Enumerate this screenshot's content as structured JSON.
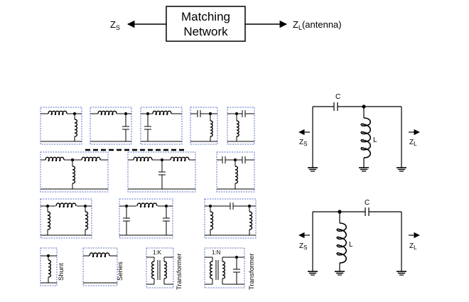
{
  "top": {
    "box_line1": "Matching",
    "box_line2": "Network",
    "source": {
      "main": "Z",
      "sub": "S"
    },
    "load": {
      "main": "Z",
      "sub": "L",
      "suffix": "(antenna)"
    }
  },
  "topologies": {
    "shunt_label": "Shunt",
    "series_label": "Series",
    "transformer1_ratio": "1:K",
    "transformer1_label": "Transformer",
    "transformer2_ratio": "1:N",
    "transformer2_label": "Transformer"
  },
  "circuit_a": {
    "cap_label": "C",
    "ind_label": "L",
    "source": {
      "main": "Z",
      "sub": "S"
    },
    "load": {
      "main": "Z",
      "sub": "L"
    }
  },
  "circuit_b": {
    "cap_label": "C",
    "ind_label": "L",
    "source": {
      "main": "Z",
      "sub": "S"
    },
    "load": {
      "main": "Z",
      "sub": "L"
    }
  },
  "colors": {
    "box_border": "#5a6fc8",
    "stroke": "#000000"
  }
}
